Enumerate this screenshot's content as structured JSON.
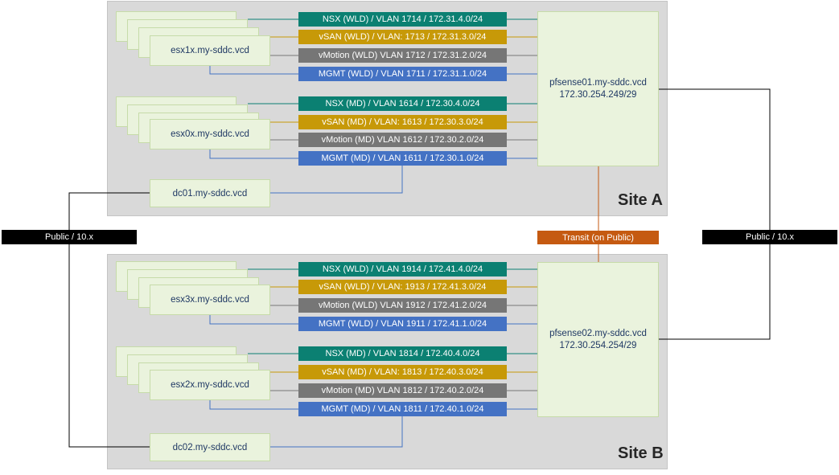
{
  "site_a": {
    "label": "Site A",
    "cluster_wld": {
      "host": "esx1x.my-sddc.vcd",
      "networks": {
        "nsx": "NSX (WLD) / VLAN 1714 / 172.31.4.0/24",
        "vsan": "vSAN (WLD) / VLAN: 1713 / 172.31.3.0/24",
        "vmotion": "vMotion (WLD) VLAN 1712 / 172.31.2.0/24",
        "mgmt": "MGMT (WLD) / VLAN 1711 / 172.31.1.0/24"
      }
    },
    "cluster_md": {
      "host": "esx0x.my-sddc.vcd",
      "networks": {
        "nsx": "NSX (MD) / VLAN 1614 / 172.30.4.0/24",
        "vsan": "vSAN (MD) / VLAN: 1613 / 172.30.3.0/24",
        "vmotion": "vMotion (MD) VLAN 1612 / 172.30.2.0/24",
        "mgmt": "MGMT (MD) / VLAN 1611 / 172.30.1.0/24"
      }
    },
    "firewall": {
      "name": "pfsense01.my-sddc.vcd",
      "ip": "172.30.254.249/29"
    },
    "dc": "dc01.my-sddc.vcd"
  },
  "site_b": {
    "label": "Site B",
    "cluster_wld": {
      "host": "esx3x.my-sddc.vcd",
      "networks": {
        "nsx": "NSX (WLD) / VLAN 1914 / 172.41.4.0/24",
        "vsan": "vSAN (WLD) / VLAN: 1913 / 172.41.3.0/24",
        "vmotion": "vMotion (WLD) VLAN 1912 / 172.41.2.0/24",
        "mgmt": "MGMT (WLD) / VLAN 1911 / 172.41.1.0/24"
      }
    },
    "cluster_md": {
      "host": "esx2x.my-sddc.vcd",
      "networks": {
        "nsx": "NSX (MD) / VLAN 1814 / 172.40.4.0/24",
        "vsan": "vSAN (MD) / VLAN: 1813 / 172.40.3.0/24",
        "vmotion": "vMotion (MD) VLAN 1812 / 172.40.2.0/24",
        "mgmt": "MGMT (MD) / VLAN 1811 / 172.40.1.0/24"
      }
    },
    "firewall": {
      "name": "pfsense02.my-sddc.vcd",
      "ip": "172.30.254.254/29"
    },
    "dc": "dc02.my-sddc.vcd"
  },
  "public_left": "Public / 10.x",
  "public_right": "Public / 10.x",
  "transit": "Transit (on Public)",
  "colors": {
    "nsx": "#0b8072",
    "vsan": "#c79908",
    "vmotion": "#767676",
    "mgmt": "#4472c4",
    "transit": "#c55a11",
    "host_fill": "#eaf3dd"
  }
}
